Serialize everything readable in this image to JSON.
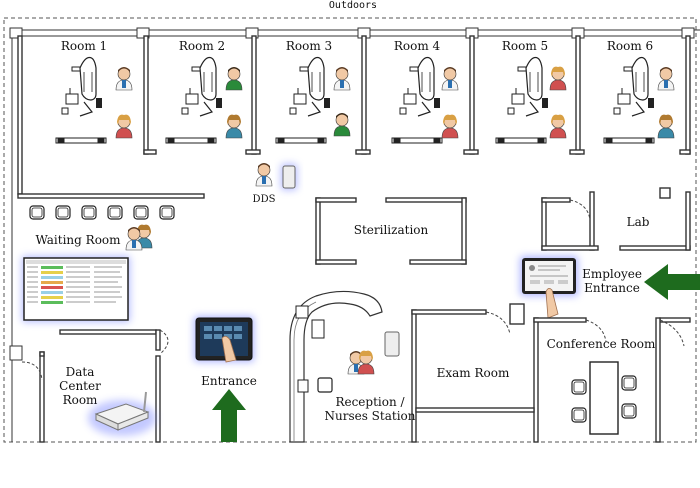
{
  "outdoors_label": "Outdoors",
  "rooms": [
    {
      "label": "Room 1"
    },
    {
      "label": "Room 2"
    },
    {
      "label": "Room 3"
    },
    {
      "label": "Room 4"
    },
    {
      "label": "Room 5"
    },
    {
      "label": "Room 6"
    }
  ],
  "labels": {
    "dds": "DDS",
    "sterilization": "Sterilization",
    "lab": "Lab",
    "waiting_room": "Waiting Room",
    "employee_entrance_line1": "Employee",
    "employee_entrance_line2": "Entrance",
    "conference_room": "Conference Room",
    "exam_room": "Exam Room",
    "data_center_line1": "Data",
    "data_center_line2": "Center",
    "data_center_line3": "Room",
    "entrance": "Entrance",
    "reception_line1": "Reception /",
    "reception_line2": "Nurses Station"
  },
  "colors": {
    "arrow_green": "#1e6b1e",
    "screen_glow": "#7a86ff",
    "wall": "#333333",
    "dentist_coat": "#2a8a3a",
    "patient_shirt": "#d05050"
  },
  "icons": {
    "dental_chair": "dental-chair-icon",
    "dentist": "dentist-icon",
    "patient": "patient-icon",
    "tablet": "tablet-icon",
    "touch_kiosk": "touch-kiosk-icon",
    "wifi_router": "wifi-router-icon",
    "arrow": "arrow-icon"
  }
}
